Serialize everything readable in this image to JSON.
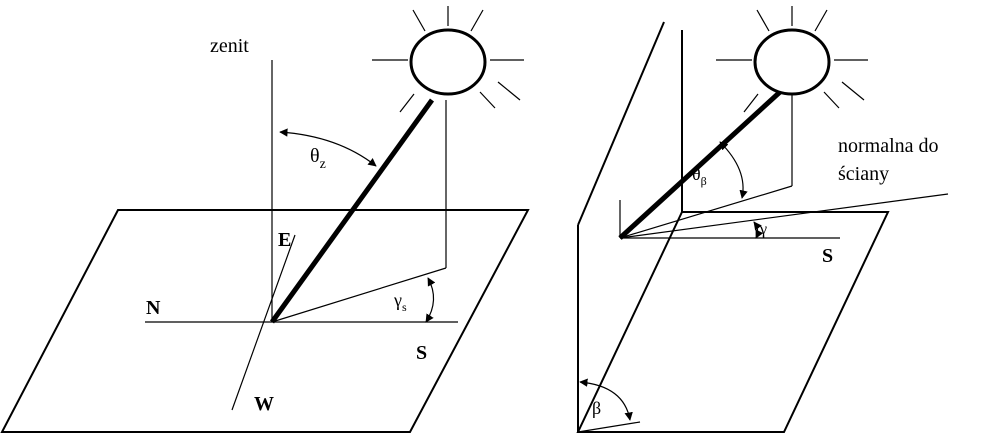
{
  "left_figure": {
    "zenith_label": "zenit",
    "zenith_angle_symbol": "θ",
    "zenith_angle_subscript": "z",
    "direction_east": "E",
    "direction_north": "N",
    "direction_south": "S",
    "direction_west": "W",
    "azimuth_symbol": "γ",
    "azimuth_subscript": "s"
  },
  "right_figure": {
    "incidence_angle_symbol": "θ",
    "incidence_angle_subscript": "β",
    "normal_label_line1": "normalna do",
    "normal_label_line2": "ściany",
    "wall_azimuth_symbol": "γ",
    "direction_south": "S",
    "tilt_angle_symbol": "β"
  },
  "icons": {
    "sun": "sun-icon",
    "arrowhead": "arrowhead-icon"
  },
  "colors": {
    "stroke": "#000000",
    "background": "#ffffff"
  }
}
